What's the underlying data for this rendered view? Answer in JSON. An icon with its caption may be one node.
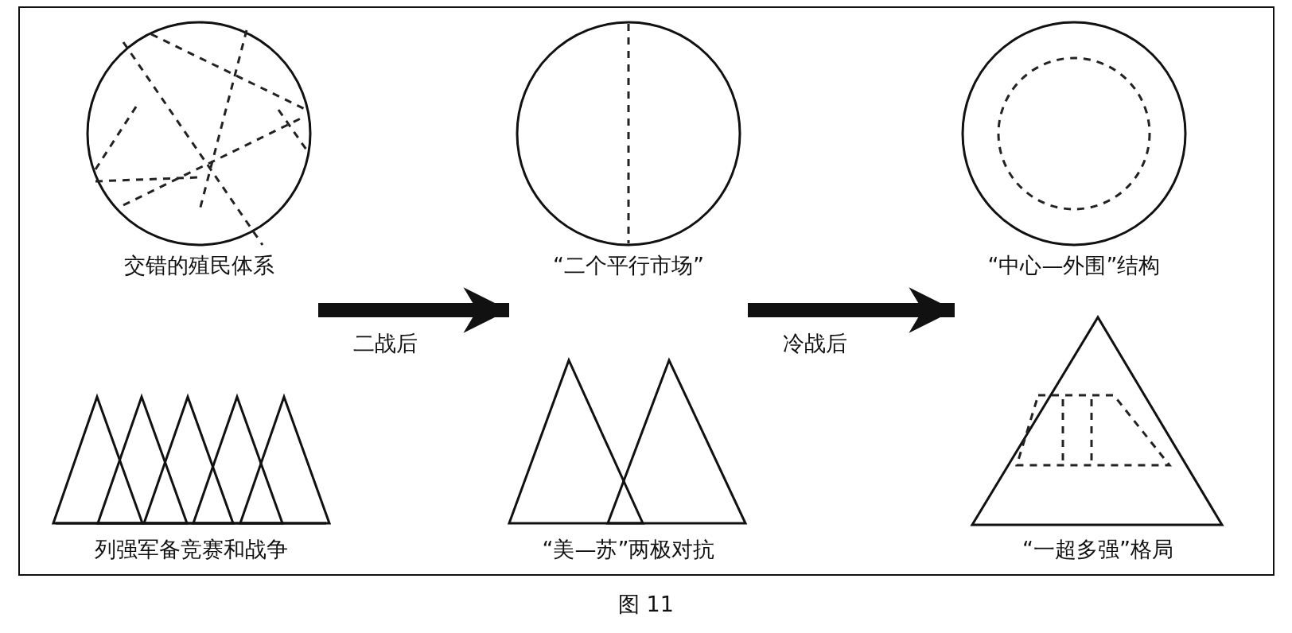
{
  "diagram": {
    "caption": "图 11",
    "nodes": [
      {
        "text": [
          "交错的殖民体系"
        ]
      },
      {
        "text": [
          "“二个平行市场”"
        ]
      },
      {
        "text": [
          "“中心—外围”结构"
        ]
      },
      {
        "text": [
          "列强军备竞赛和战争"
        ]
      },
      {
        "text": [
          "“美—苏”两极对抗"
        ]
      },
      {
        "text": [
          "“一超多强”格局"
        ]
      }
    ],
    "edges": [
      {
        "from": 0,
        "to": 1,
        "arrow": "to",
        "label": "二战后"
      },
      {
        "from": 1,
        "to": 2,
        "arrow": "to",
        "label": "冷战后"
      }
    ]
  }
}
